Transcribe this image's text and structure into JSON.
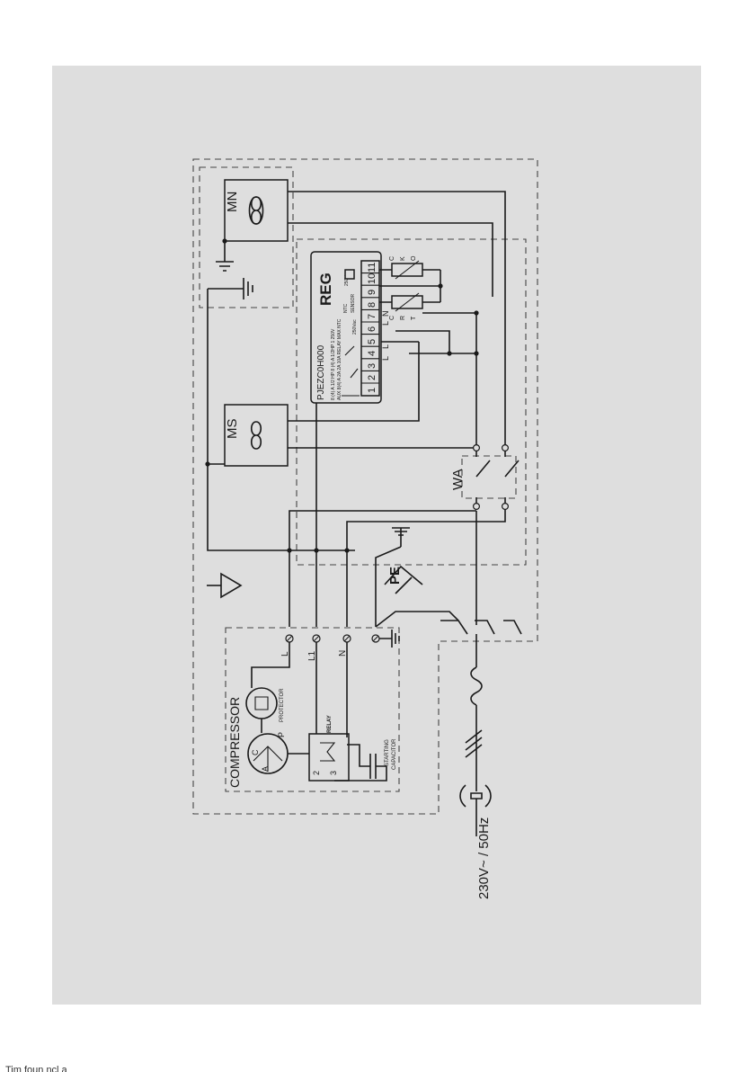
{
  "colors": {
    "panel_bg": "#dedede",
    "ink": "#1a1a1a"
  },
  "labels": {
    "mn": "MN",
    "ms": "MS",
    "wa": "WA",
    "pe": "PE",
    "compressor": "COMPRESSOR",
    "protector": "PROTECTOR",
    "relay": "RELAY",
    "starting_capacitor_1": "STARTING",
    "starting_capacitor_2": "CAPACITOR",
    "supply": "230V~ / 50Hz",
    "term_l": "L",
    "term_l1": "L1",
    "term_n": "N",
    "motor_c": "C",
    "motor_a": "A",
    "motor_p": "P",
    "relay_2": "2",
    "relay_3": "3"
  },
  "controller": {
    "model": "PJEZC0H000",
    "brand": "REG",
    "rating_line_1": "8 (4) A 1/2 HP 8 (4) A 1/2HP  1 250V",
    "rating_line_2": "AUX 8(4) A 2A 2A 10A  RELAY MAX  NTC",
    "rating_line_3": "250Vac",
    "rating_line_4": "NTC",
    "rating_line_5": "SENSOR",
    "rating_line_6": "250Vac",
    "terminals": [
      "1",
      "2",
      "3",
      "4",
      "5",
      "6",
      "7",
      "8",
      "9",
      "10",
      "11"
    ],
    "bottom_labels": [
      "L",
      "L",
      "L",
      "N"
    ],
    "sensor_top": [
      "C",
      "K",
      "O"
    ],
    "sensor_bottom": [
      "C",
      "R",
      "T"
    ]
  },
  "footer_text": "Tim   foun   ncl   a"
}
